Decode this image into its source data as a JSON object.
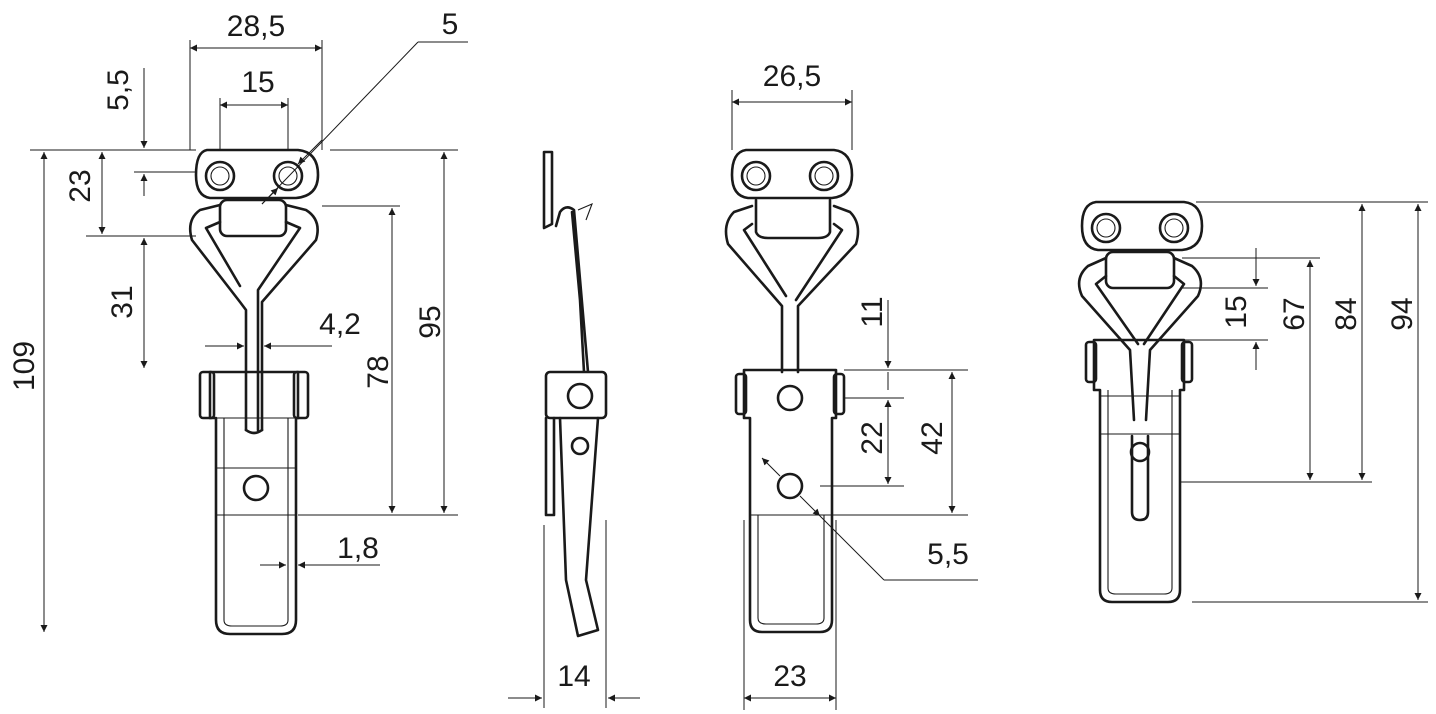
{
  "dimensions": {
    "front_width_overall": "28,5",
    "front_hole_spacing": "15",
    "front_hole_diameter": "5",
    "front_plate_offset": "5,5",
    "front_plate_height": "23",
    "front_loop_height": "31",
    "front_wire_diameter": "4,2",
    "front_total_height": "109",
    "front_height_95": "95",
    "front_height_78": "78",
    "front_sheet_thickness": "1,8",
    "side_depth": "14",
    "rear_width_plate": "26,5",
    "rear_dim_11": "11",
    "rear_dim_22": "22",
    "rear_dim_42": "42",
    "rear_hole_diameter": "5,5",
    "rear_width_body": "23",
    "closed_dim_15": "15",
    "closed_dim_67": "67",
    "closed_dim_84": "84",
    "closed_dim_94": "94"
  },
  "colors": {
    "line": "#1a1a1a",
    "background": "#ffffff"
  }
}
